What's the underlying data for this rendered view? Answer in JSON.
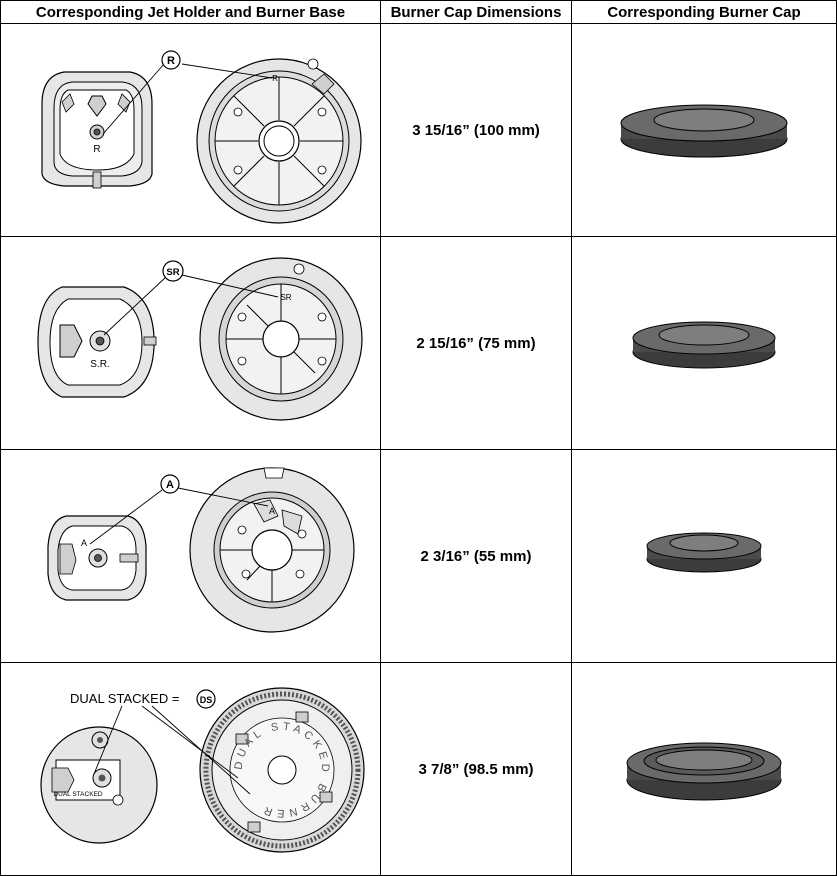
{
  "table": {
    "headers": [
      "Corresponding Jet Holder and Burner Base",
      "Burner Cap Dimensions",
      "Corresponding Burner Cap"
    ],
    "rows": [
      {
        "callout": "R",
        "jet_label": "R",
        "base_label": "R",
        "dimension": "3 15/16” (100 mm)"
      },
      {
        "callout": "SR",
        "jet_label": "S.R.",
        "base_label": "SR",
        "dimension": "2 15/16” (75 mm)"
      },
      {
        "callout": "A",
        "jet_label": "A",
        "base_label": "A",
        "dimension": "2 3/16” (55 mm)"
      },
      {
        "callout": "DS",
        "callout_prefix": "DUAL STACKED =",
        "jet_label": "DUAL STACKED",
        "ring_text": "DUAL STACKED BURNER",
        "dimension": "3 7/8” (98.5 mm)"
      }
    ]
  },
  "colors": {
    "line": "#000000",
    "light": "#e6e6e6",
    "mid": "#cfcfcf",
    "dark": "#555555",
    "cap": "#4a4a4a"
  }
}
